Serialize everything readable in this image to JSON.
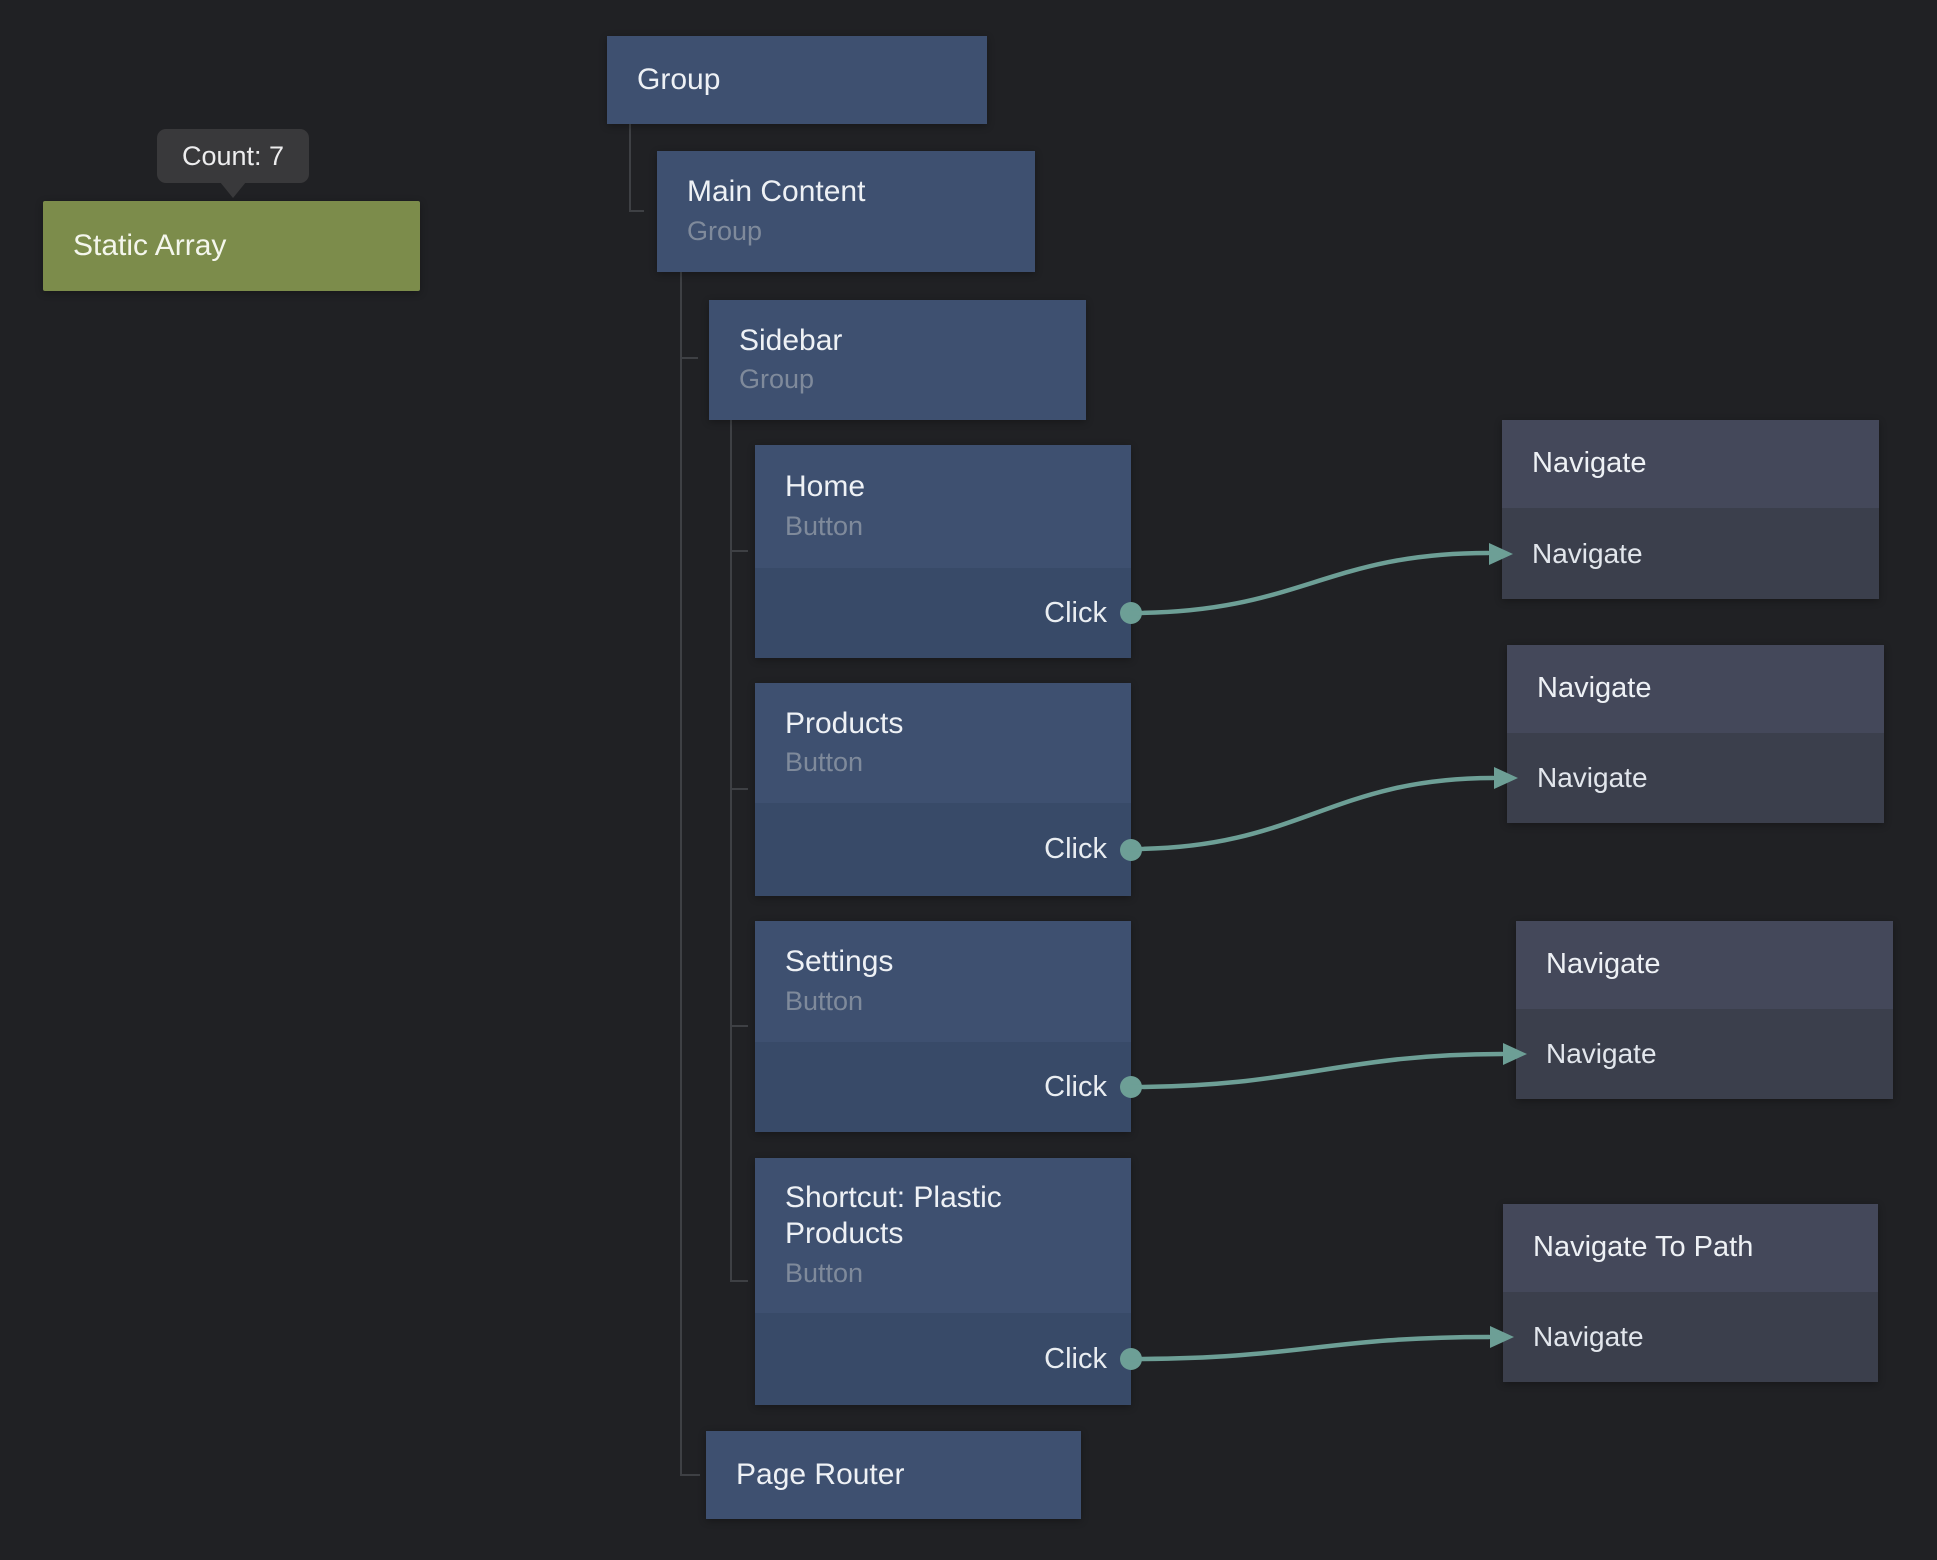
{
  "tooltip": {
    "text": "Count: 7"
  },
  "data_node": {
    "title": "Static Array"
  },
  "tree": {
    "group": {
      "title": "Group"
    },
    "main_content": {
      "title": "Main Content",
      "subtitle": "Group"
    },
    "sidebar": {
      "title": "Sidebar",
      "subtitle": "Group"
    },
    "home": {
      "title": "Home",
      "subtitle": "Button",
      "output": "Click"
    },
    "products": {
      "title": "Products",
      "subtitle": "Button",
      "output": "Click"
    },
    "settings": {
      "title": "Settings",
      "subtitle": "Button",
      "output": "Click"
    },
    "shortcut": {
      "title": "Shortcut: Plastic Products",
      "subtitle": "Button",
      "output": "Click"
    },
    "page_router": {
      "title": "Page Router"
    }
  },
  "actions": [
    {
      "title": "Navigate",
      "input": "Navigate"
    },
    {
      "title": "Navigate",
      "input": "Navigate"
    },
    {
      "title": "Navigate",
      "input": "Navigate"
    },
    {
      "title": "Navigate To Path",
      "input": "Navigate"
    }
  ],
  "colors": {
    "background": "#202124",
    "node_blue_header": "#3e5070",
    "node_blue_body": "#384a68",
    "node_slate_header": "#44485a",
    "node_slate_body": "#3b3f4c",
    "node_green": "#7c8c4b",
    "edge_teal": "#6d9f96",
    "tree_line": "#3e4044",
    "tooltip_bg": "#39393b"
  }
}
